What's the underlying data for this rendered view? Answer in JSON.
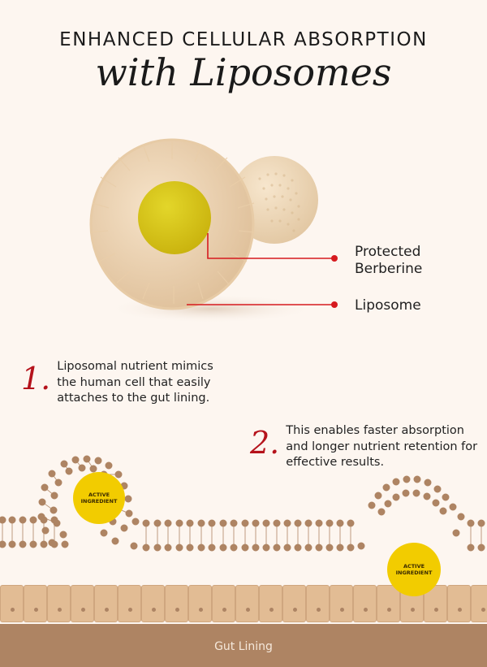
{
  "header": {
    "title_top": "ENHANCED CELLULAR ABSORPTION",
    "title_sub": "with Liposomes"
  },
  "illustration": {
    "callouts": [
      {
        "line1": "Protected",
        "line2": "Berberine"
      },
      {
        "line1": "Liposome"
      }
    ],
    "colors": {
      "accent_red": "#d61a1f",
      "core_yellow": "#d9cb1c",
      "shell_beige": "#ecd2b0"
    }
  },
  "steps": [
    {
      "number": "1.",
      "text": "Liposomal nutrient mimics the human cell that easily attaches to the gut lining."
    },
    {
      "number": "2.",
      "text": "This enables faster absorption and longer nutrient retention for effective results."
    }
  ],
  "diagram": {
    "active_label_1": "ACTIVE",
    "active_label_2": "INGREDIENT",
    "gut_label": "Gut Lining",
    "colors": {
      "lipid": "#ae8463",
      "ingredient": "#f2cc00",
      "cell": "#e2bc94",
      "gut_band": "#ae8463"
    }
  }
}
